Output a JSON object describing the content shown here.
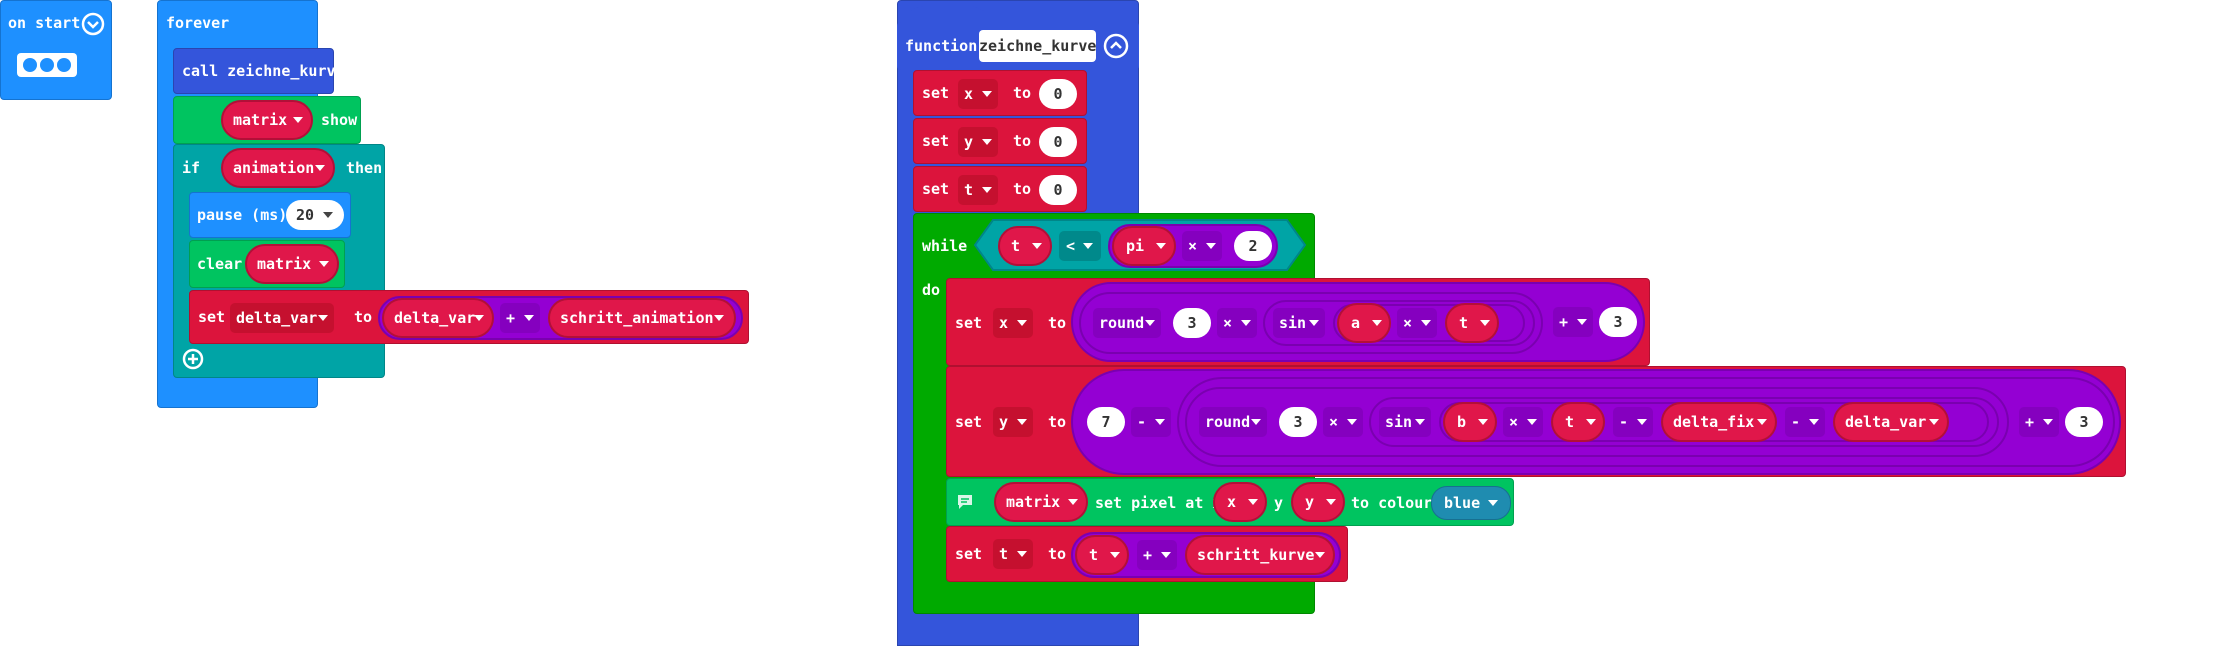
{
  "colors": {
    "basic": "#1e90ff",
    "functions": "#3455db",
    "logic": "#00a4a6",
    "loops": "#00aa00",
    "variables": "#dc143c",
    "math": "#9400d3",
    "led": "#00c460",
    "led_dark": "#5c2d91",
    "colour_chip": "#1f8cb0"
  },
  "on_start": {
    "label": "on start",
    "collapse_icon": "chevron-down-circle-icon",
    "collapsed_icon": "ellipsis-icon"
  },
  "forever": {
    "label": "forever",
    "call_label": "call zeichne_kurve",
    "matrix_var": "matrix",
    "show_label": "show",
    "if_label": "if",
    "condition_var": "animation",
    "then_label": "then",
    "pause_label": "pause (ms)",
    "pause_value": "20",
    "clear_label": "clear",
    "clear_var": "matrix",
    "set_label": "set",
    "set_var": "delta_var",
    "to_label": "to",
    "expr_var1": "delta_var",
    "expr_op": "+",
    "expr_var2": "schritt_animation",
    "add_icon": "plus-circle-icon"
  },
  "function": {
    "keyword": "function",
    "name": "zeichne_kurve",
    "collapse_icon": "chevron-up-circle-icon",
    "set_label": "set",
    "to_label": "to",
    "init": [
      {
        "var": "x",
        "value": "0"
      },
      {
        "var": "y",
        "value": "0"
      },
      {
        "var": "t",
        "value": "0"
      }
    ],
    "while_label": "while",
    "while_var": "t",
    "while_cmp": "<",
    "while_pi": "pi",
    "while_mul": "×",
    "while_num": "2",
    "do_label": "do",
    "x_line": {
      "var": "x",
      "round": "round",
      "n1": "3",
      "mul1": "×",
      "sin": "sin",
      "a": "a",
      "mul2": "×",
      "t": "t",
      "plus": "+",
      "n2": "3"
    },
    "y_line": {
      "var": "y",
      "seven": "7",
      "minus1": "-",
      "round": "round",
      "n1": "3",
      "mul1": "×",
      "sin": "sin",
      "b": "b",
      "mul2": "×",
      "t": "t",
      "minus2": "-",
      "delta_fix": "delta_fix",
      "minus3": "-",
      "delta_var": "delta_var",
      "plus": "+",
      "n2": "3"
    },
    "pixel_line": {
      "comment_icon": "comment-icon",
      "matrix": "matrix",
      "label": "set pixel at x",
      "x": "x",
      "y_label": "y",
      "y": "y",
      "colour_label": "to colour",
      "colour": "blue"
    },
    "t_line": {
      "var": "t",
      "t": "t",
      "plus": "+",
      "step": "schritt_kurve"
    }
  }
}
